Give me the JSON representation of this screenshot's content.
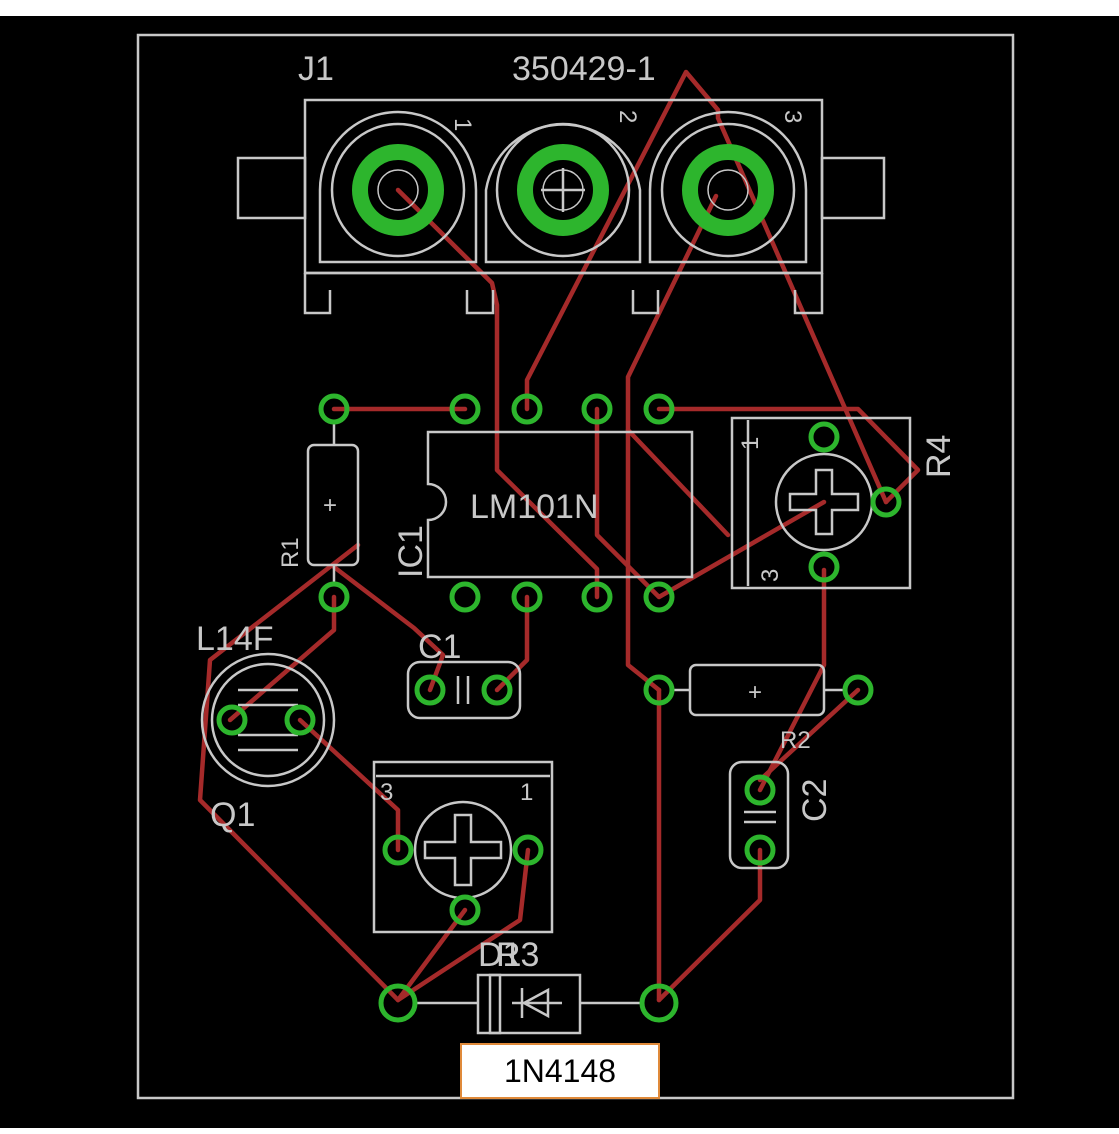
{
  "board": {
    "connector_name": "J1",
    "connector_part": "350429-1",
    "connector_pins": [
      "1",
      "2",
      "3"
    ],
    "ic_name": "IC1",
    "ic_part": "LM101N",
    "r1": "R1",
    "r2": "R2",
    "r3": "R3",
    "r4": "R4",
    "c1": "C1",
    "c2": "C2",
    "q1": "Q1",
    "q1_part": "L14F",
    "d1": "D1",
    "pot_pin_1": "1",
    "pot_pin_3": "3",
    "resistor_mark": "+"
  },
  "callout": {
    "label": "1N4148"
  },
  "colors": {
    "background": "#000000",
    "silkscreen": "#c8c8c8",
    "trace": "#a52a2a",
    "pad": "#2db52d",
    "callout_border": "#e08a3a"
  }
}
